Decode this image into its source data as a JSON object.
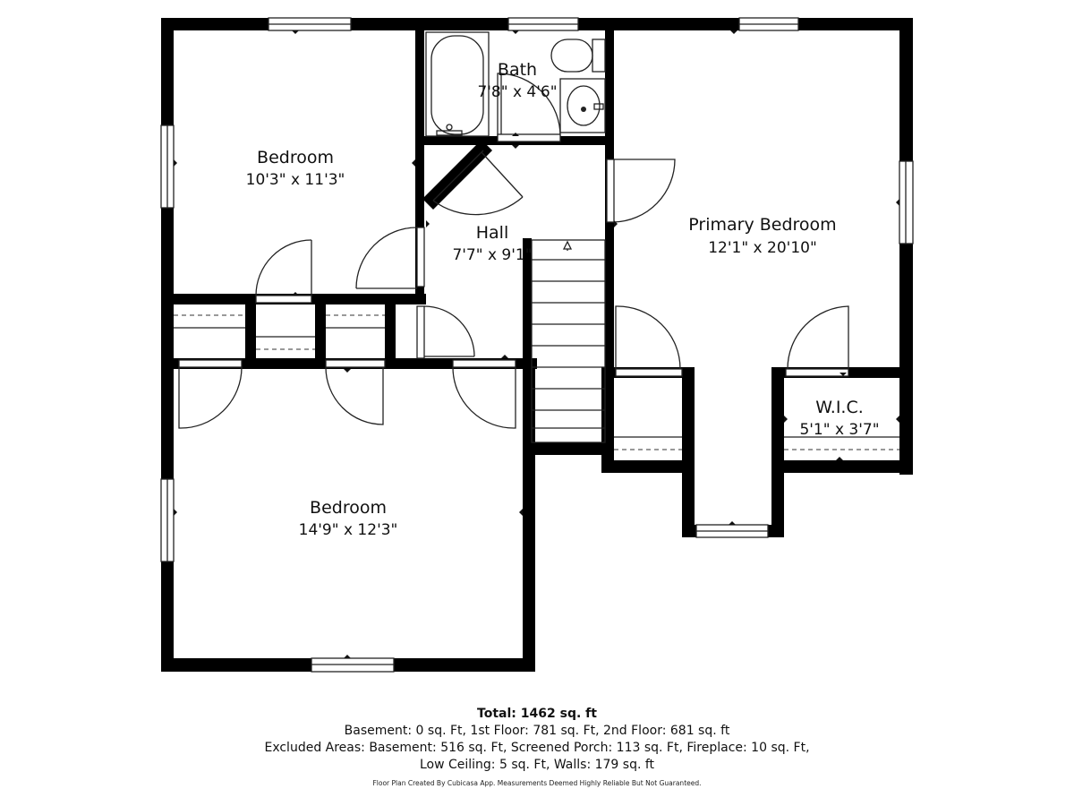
{
  "rooms": {
    "bedroom_nw": {
      "name": "Bedroom",
      "dim": "10'3\" x 11'3\""
    },
    "bath": {
      "name": "Bath",
      "dim": "7'8\" x 4'6\""
    },
    "hall": {
      "name": "Hall",
      "dim": "7'7\" x 9'1\""
    },
    "primary": {
      "name": "Primary Bedroom",
      "dim": "12'1\" x 20'10\""
    },
    "wic": {
      "name": "W.I.C.",
      "dim": "5'1\" x 3'7\""
    },
    "bedroom_sw": {
      "name": "Bedroom",
      "dim": "14'9\" x 12'3\""
    }
  },
  "summary": {
    "total": "Total: 1462 sq. ft",
    "line1": "Basement: 0 sq. Ft, 1st Floor: 781 sq. Ft, 2nd Floor: 681 sq. ft",
    "line2": "Excluded Areas: Basement: 516 sq. Ft, Screened Porch: 113 sq. Ft, Fireplace: 10 sq. Ft,",
    "line3": "Low Ceiling: 5 sq. Ft, Walls: 179 sq. ft"
  },
  "disclaimer": "Floor Plan Created By Cubicasa App. Measurements Deemed Highly Reliable But Not Guaranteed."
}
